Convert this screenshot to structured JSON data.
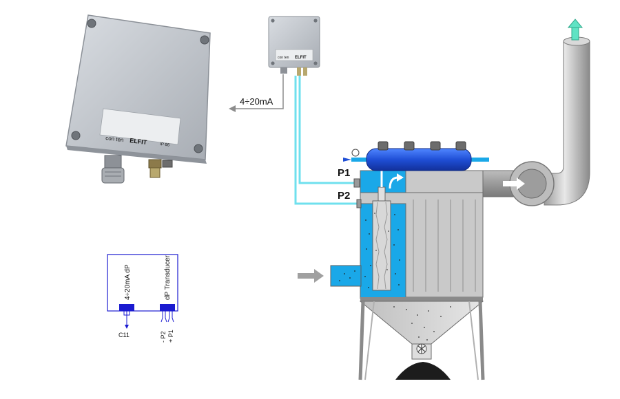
{
  "labels": {
    "output_signal": "4÷20mA",
    "p1": "P1",
    "p2": "P2"
  },
  "large_box": {
    "brand": "con ten",
    "model": "ELFIT",
    "rating": "IP 66"
  },
  "small_box": {
    "brand": "con ten",
    "model": "ELFIT"
  },
  "schematic": {
    "label_signal": "4÷20mA dP",
    "label_device": "dP Transducer",
    "terminal_c11": "C11",
    "terminal_p2": "- P2",
    "terminal_p1": "+ P1"
  },
  "colors": {
    "signal_tube": "#6fe0ee",
    "blue_zone": "#1aa8e8",
    "manifold": "#1f4fd6",
    "housing": "#c9c9c9",
    "arrow_green": "#5fe3c4",
    "schematic_blue": "#1a1ad0"
  }
}
